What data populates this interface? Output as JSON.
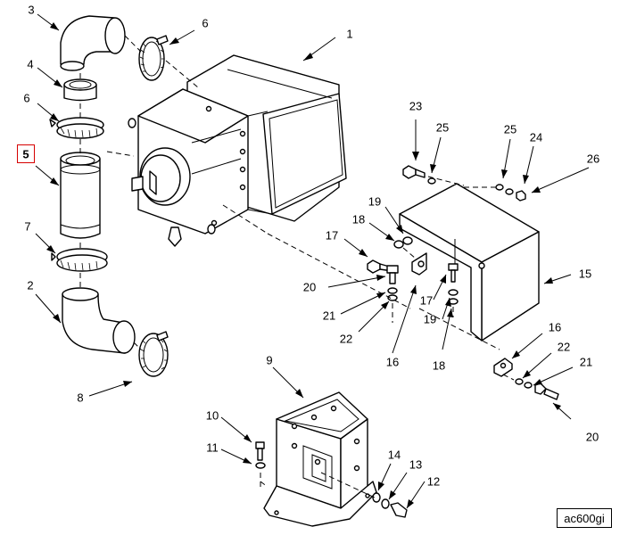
{
  "figure_id": "ac600gi",
  "highlight": {
    "callout": "5",
    "color": "#d60000"
  },
  "callouts": [
    "1",
    "2",
    "3",
    "4",
    "5",
    "6",
    "6",
    "7",
    "8",
    "9",
    "10",
    "11",
    "12",
    "13",
    "14",
    "15",
    "16",
    "16",
    "17",
    "17",
    "18",
    "18",
    "19",
    "19",
    "20",
    "20",
    "21",
    "21",
    "22",
    "22",
    "23",
    "24",
    "25",
    "25",
    "26"
  ]
}
